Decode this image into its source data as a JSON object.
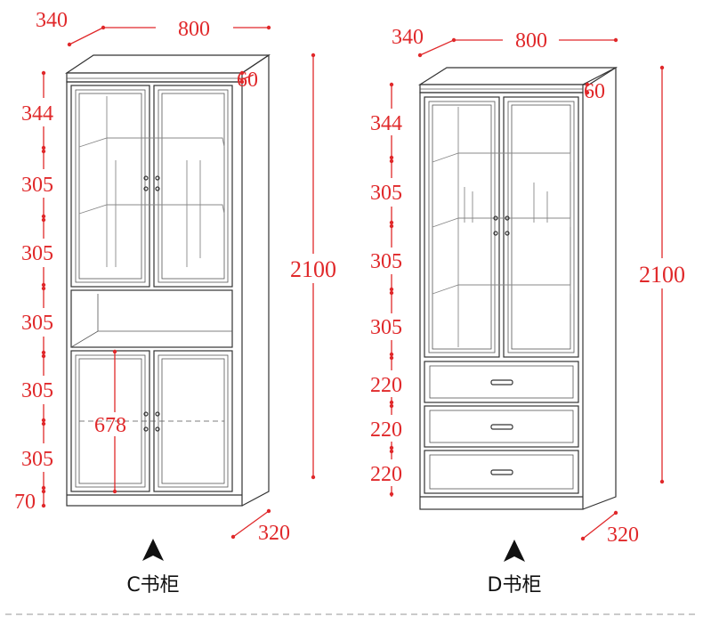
{
  "left_cabinet": {
    "caption": "C书柜",
    "depth_top": "340",
    "width": "800",
    "crown": "60",
    "total_height": "2100",
    "rows": [
      "344",
      "305",
      "305",
      "305",
      "305",
      "305",
      "70"
    ],
    "door_height": "678",
    "bottom_depth": "320"
  },
  "right_cabinet": {
    "caption": "D书柜",
    "depth_top": "340",
    "width": "800",
    "crown": "60",
    "total_height": "2100",
    "rows": [
      "344",
      "305",
      "305",
      "305",
      "220",
      "220",
      "220"
    ],
    "bottom_depth": "320"
  },
  "colors": {
    "dimension": "#e0282a",
    "outline": "#333333"
  },
  "icons": [
    "arrow-up-icon"
  ]
}
